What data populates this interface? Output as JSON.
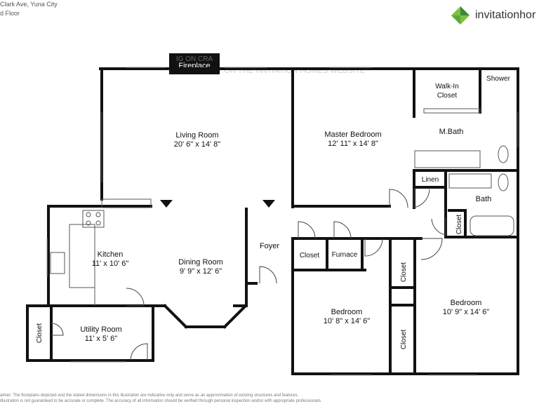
{
  "header": {
    "address": "Clark Ave, Yuna City",
    "floor": "d Floor"
  },
  "brand": {
    "name": "invitationhor",
    "logo_icon": "green-diamond-logo-icon",
    "colors": {
      "green_light": "#7cc242",
      "green_dark": "#3a8a3a",
      "wall": "#111111"
    }
  },
  "fireplace": {
    "label": "Fireplace",
    "overlay": "IG ON CRA"
  },
  "watermark": "APPLY ONLY ON THE INVITATION HOMES WEBSITE",
  "rooms": {
    "living": {
      "name": "Living Room",
      "dims": "20' 6\" x 14' 8\""
    },
    "master": {
      "name": "Master Bedroom",
      "dims": "12' 11\" x 14' 8\""
    },
    "walkin": {
      "line1": "Walk-In",
      "line2": "Closet"
    },
    "shower": "Shower",
    "mbath": "M.Bath",
    "linen": "Linen",
    "bath": "Bath",
    "closet_bath": "Closet",
    "kitchen": {
      "name": "Kitchen",
      "dims": "11' x 10' 6\""
    },
    "dining": {
      "name": "Dining Room",
      "dims": "9' 9\" x 12' 6\""
    },
    "foyer": "Foyer",
    "closet_hall": "Closet",
    "furnace": "Furnace",
    "closet_bed_top": "Closet",
    "closet_bed_bottom": "Closet",
    "bedroom_center": {
      "name": "Bedroom",
      "dims": "10' 8\" x 14' 6\""
    },
    "bedroom_right": {
      "name": "Bedroom",
      "dims": "10' 9\" x 14' 6\""
    },
    "utility": {
      "name": "Utility Room",
      "dims": "11' x 5' 6\""
    },
    "closet_utility": "Closet"
  },
  "disclaimer": {
    "line1": "aimer: The floorplans depicted and the stated dimensions in this illustration are indicative only and serve as an approximation of existing structures and features.",
    "line2": "illustration is not guaranteed to be accurate or complete. The accuracy of all information should be verified through personal inspection and/or with appropriate professionals."
  }
}
